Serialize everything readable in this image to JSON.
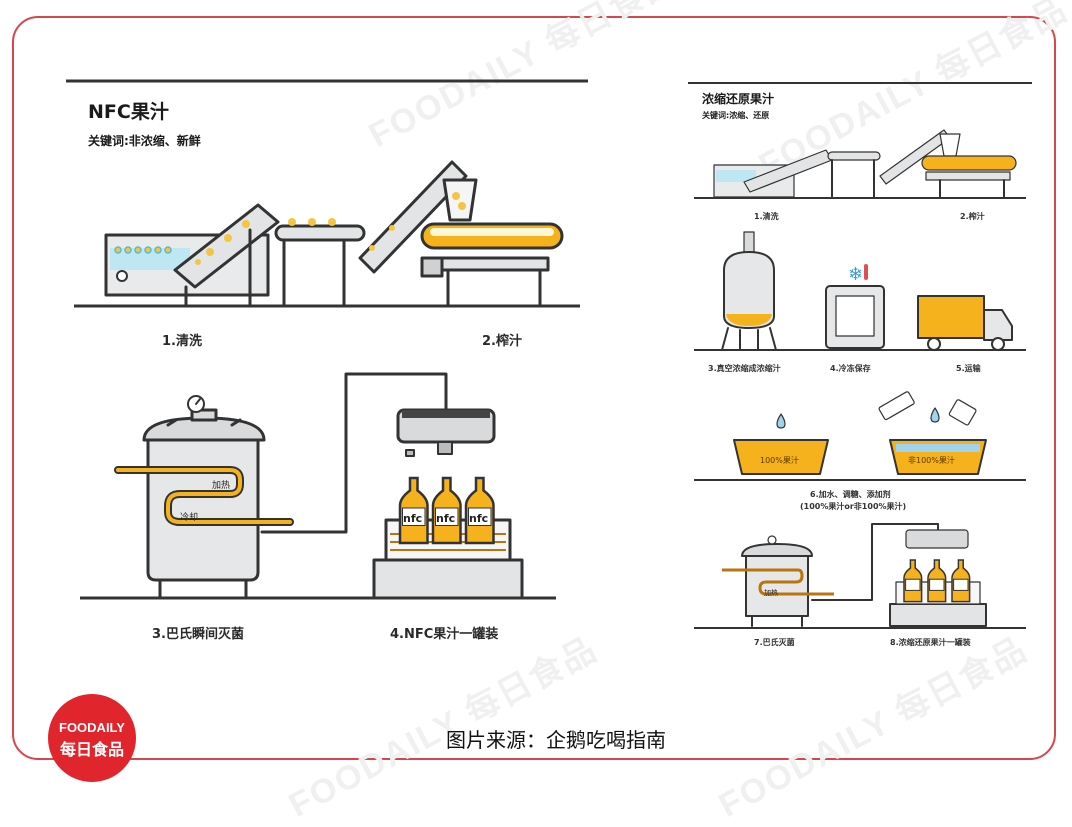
{
  "left_panel": {
    "title": "NFC果汁",
    "keywords": "关键词:非浓缩、新鲜",
    "steps": [
      "1.清洗",
      "2.榨汁",
      "3.巴氏瞬间灭菌",
      "4.NFC果汁一罐装"
    ],
    "tank_labels": [
      "加热",
      "冷却"
    ],
    "bottle_label": "nfc"
  },
  "right_panel": {
    "title": "浓缩还原果汁",
    "keywords": "关键词:浓缩、还原",
    "steps": [
      "1.清洗",
      "2.榨汁",
      "3.真空浓缩成浓缩汁",
      "4.冷冻保存",
      "5.运输",
      "6.加水、调糖、添加剂",
      "7.巴氏灭菌",
      "8.浓缩还原果汁一罐装"
    ],
    "basin_labels": [
      "100%果汁",
      "非100%果汁"
    ],
    "step6_sub": "(100%果汁or非100%果汁)",
    "tank_label": "加热"
  },
  "source_text": "图片来源：企鹅吃喝指南",
  "logo": {
    "line1": "FOODAILY",
    "line2": "每日食品"
  },
  "watermark": "FOODAILY 每日食品",
  "colors": {
    "border": "#d8454a",
    "juice": "#f5b21c",
    "metal": "#d9dadb",
    "outline": "#333333",
    "logo_red": "#e0262c",
    "water": "#9fd3f0"
  }
}
